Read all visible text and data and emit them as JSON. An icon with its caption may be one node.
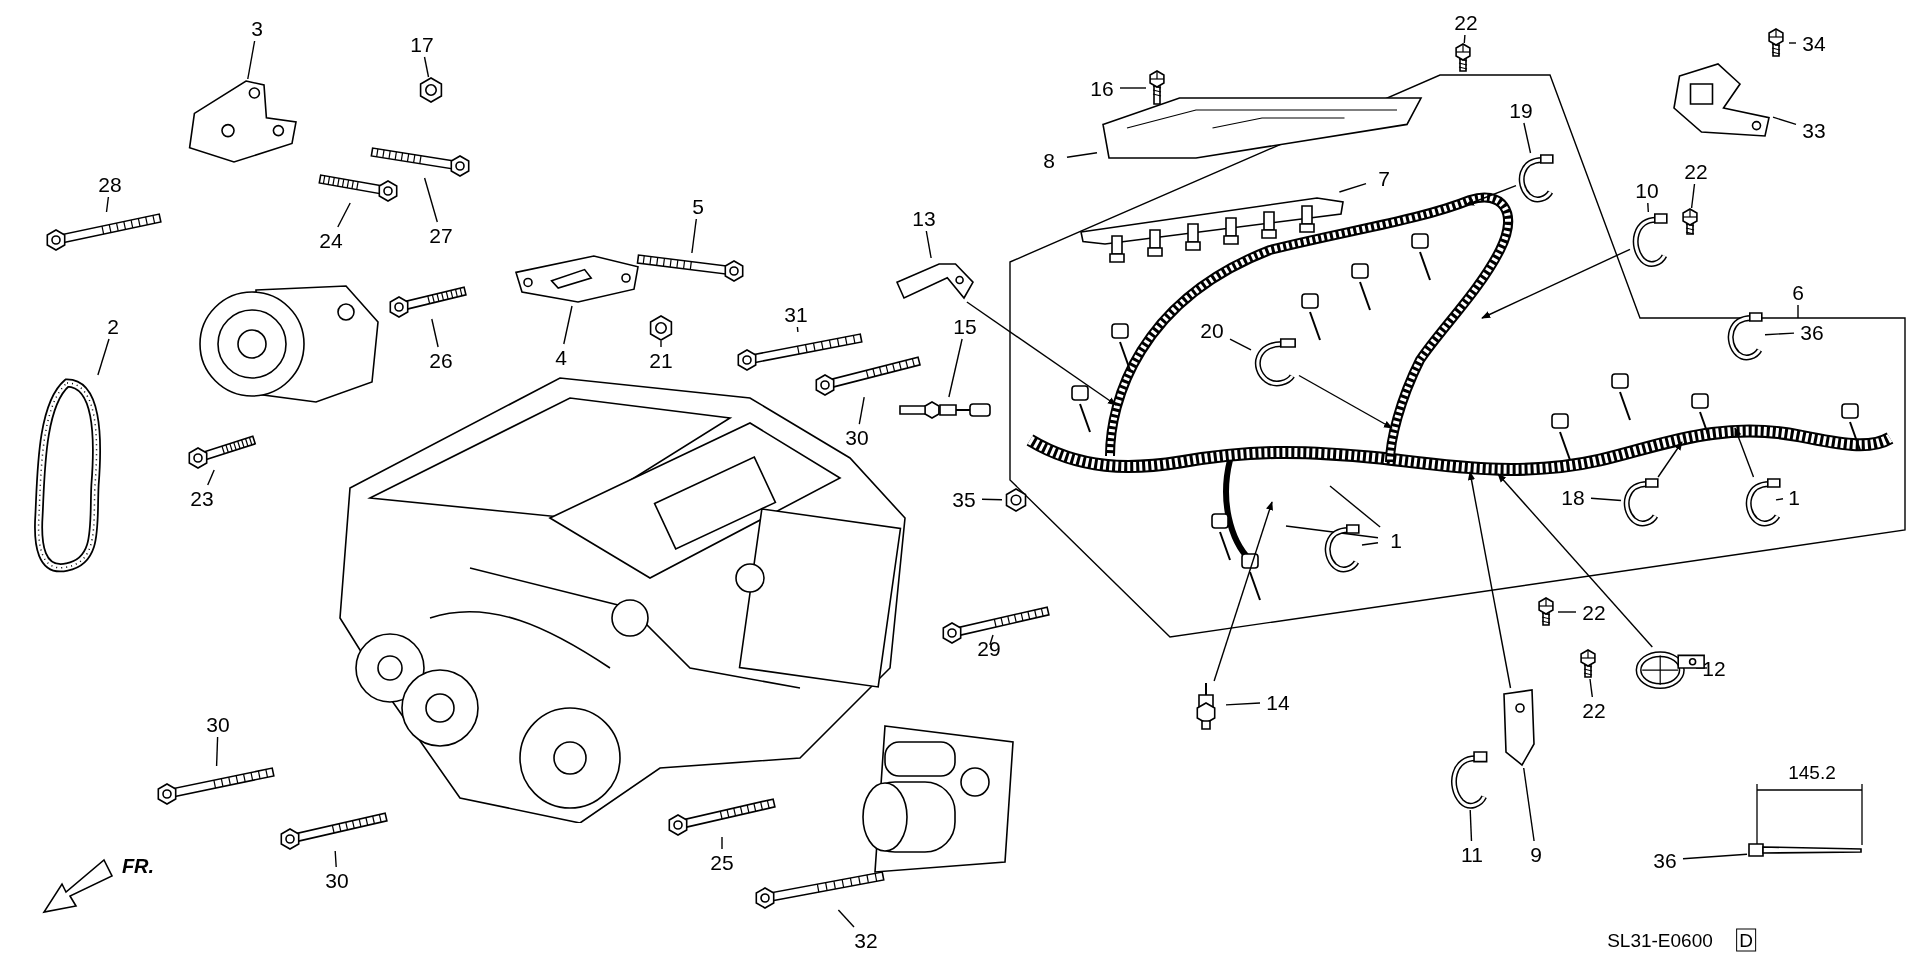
{
  "diagram": {
    "nodes": [
      {
        "text": [
          "3"
        ]
      },
      {
        "text": [],
        "shape": "picture"
      },
      {
        "text": [
          "17"
        ]
      },
      {
        "text": [],
        "shape": "picture"
      },
      {
        "text": [
          "28"
        ]
      },
      {
        "text": [],
        "shape": "picture"
      },
      {
        "text": [
          "24"
        ]
      },
      {
        "text": [],
        "shape": "picture"
      },
      {
        "text": [
          "27"
        ]
      },
      {
        "text": [],
        "shape": "picture"
      },
      {
        "text": [
          "2"
        ]
      },
      {
        "text": [],
        "shape": "picture"
      },
      {
        "text": [
          "5"
        ]
      },
      {
        "text": [],
        "shape": "picture"
      },
      {
        "text": [
          "4"
        ]
      },
      {
        "text": [],
        "shape": "picture"
      },
      {
        "text": [
          "26"
        ]
      },
      {
        "text": [],
        "shape": "picture"
      },
      {
        "text": [
          "21"
        ]
      },
      {
        "text": [],
        "shape": "picture"
      },
      {
        "text": [
          "31"
        ]
      },
      {
        "text": [],
        "shape": "picture"
      },
      {
        "text": [
          "13"
        ]
      },
      {
        "text": [],
        "shape": "picture"
      },
      {
        "text": [
          "23"
        ]
      },
      {
        "text": [],
        "shape": "picture"
      },
      {
        "text": [
          "30"
        ]
      },
      {
        "text": [],
        "shape": "picture"
      },
      {
        "text": [
          "15"
        ]
      },
      {
        "text": [],
        "shape": "picture"
      },
      {
        "text": [
          "35"
        ]
      },
      {
        "text": [],
        "shape": "picture"
      },
      {
        "text": [
          "29"
        ]
      },
      {
        "text": [],
        "shape": "picture"
      },
      {
        "text": [
          "30"
        ]
      },
      {
        "text": [],
        "shape": "picture"
      },
      {
        "text": [
          "30"
        ]
      },
      {
        "text": [],
        "shape": "picture"
      },
      {
        "text": [
          "25"
        ]
      },
      {
        "text": [],
        "shape": "picture"
      },
      {
        "text": [
          "32"
        ]
      },
      {
        "text": [],
        "shape": "picture"
      },
      {
        "text": [
          "16"
        ]
      },
      {
        "text": [],
        "shape": "picture"
      },
      {
        "text": [
          "8"
        ]
      },
      {
        "text": [],
        "shape": "picture"
      },
      {
        "text": [
          "22"
        ]
      },
      {
        "text": [],
        "shape": "picture"
      },
      {
        "text": [
          "7"
        ]
      },
      {
        "text": [],
        "shape": "picture"
      },
      {
        "text": [
          "19"
        ]
      },
      {
        "text": [],
        "shape": "picture"
      },
      {
        "text": [
          "34"
        ]
      },
      {
        "text": [],
        "shape": "picture"
      },
      {
        "text": [
          "33"
        ]
      },
      {
        "text": [],
        "shape": "picture"
      },
      {
        "text": [
          "10"
        ]
      },
      {
        "text": [],
        "shape": "picture"
      },
      {
        "text": [
          "22"
        ]
      },
      {
        "text": [],
        "shape": "picture"
      },
      {
        "text": [
          "6"
        ]
      },
      {
        "text": [
          "36"
        ]
      },
      {
        "text": [],
        "shape": "picture"
      },
      {
        "text": [
          "20"
        ]
      },
      {
        "text": [],
        "shape": "picture"
      },
      {
        "text": [
          "18"
        ]
      },
      {
        "text": [],
        "shape": "picture"
      },
      {
        "text": [
          "1"
        ]
      },
      {
        "text": [],
        "shape": "picture"
      },
      {
        "text": [
          "1"
        ]
      },
      {
        "text": [],
        "shape": "picture"
      },
      {
        "text": [
          "14"
        ]
      },
      {
        "text": [],
        "shape": "picture"
      },
      {
        "text": [
          "9"
        ]
      },
      {
        "text": [],
        "shape": "picture"
      },
      {
        "text": [
          "11"
        ]
      },
      {
        "text": [],
        "shape": "picture"
      },
      {
        "text": [
          "22"
        ]
      },
      {
        "text": [],
        "shape": "picture"
      },
      {
        "text": [
          "22"
        ]
      },
      {
        "text": [],
        "shape": "picture"
      },
      {
        "text": [
          "12"
        ]
      },
      {
        "text": [],
        "shape": "picture"
      },
      {
        "text": [
          "36"
        ]
      },
      {
        "text": [],
        "shape": "picture"
      }
    ],
    "edges": [
      {
        "from": 0,
        "to": 1,
        "arrow": "none"
      },
      {
        "from": 2,
        "to": 3,
        "arrow": "none"
      },
      {
        "from": 4,
        "to": 5,
        "arrow": "none"
      },
      {
        "from": 6,
        "to": 7,
        "arrow": "none"
      },
      {
        "from": 8,
        "to": 9,
        "arrow": "none"
      },
      {
        "from": 10,
        "to": 11,
        "arrow": "none"
      },
      {
        "from": 12,
        "to": 13,
        "arrow": "none"
      },
      {
        "from": 14,
        "to": 15,
        "arrow": "none"
      },
      {
        "from": 16,
        "to": 17,
        "arrow": "none"
      },
      {
        "from": 18,
        "to": 19,
        "arrow": "none"
      },
      {
        "from": 20,
        "to": 21,
        "arrow": "none"
      },
      {
        "from": 22,
        "to": 23,
        "arrow": "none"
      },
      {
        "from": 24,
        "to": 25,
        "arrow": "none"
      },
      {
        "from": 26,
        "to": 27,
        "arrow": "none"
      },
      {
        "from": 28,
        "to": 29,
        "arrow": "none"
      },
      {
        "from": 30,
        "to": 31,
        "arrow": "none"
      },
      {
        "from": 32,
        "to": 33,
        "arrow": "none"
      },
      {
        "from": 34,
        "to": 35,
        "arrow": "none"
      },
      {
        "from": 36,
        "to": 37,
        "arrow": "none"
      },
      {
        "from": 38,
        "to": 39,
        "arrow": "none"
      },
      {
        "from": 40,
        "to": 41,
        "arrow": "none"
      },
      {
        "from": 42,
        "to": 43,
        "arrow": "none"
      },
      {
        "from": 44,
        "to": 45,
        "arrow": "none"
      },
      {
        "from": 46,
        "to": 47,
        "arrow": "none"
      },
      {
        "from": 48,
        "to": 49,
        "arrow": "none"
      },
      {
        "from": 50,
        "to": 51,
        "arrow": "none"
      },
      {
        "from": 52,
        "to": 53,
        "arrow": "none"
      },
      {
        "from": 54,
        "to": 55,
        "arrow": "none"
      },
      {
        "from": 56,
        "to": 57,
        "arrow": "none"
      },
      {
        "from": 58,
        "to": 59,
        "arrow": "none"
      },
      {
        "from": 60,
        "to": null,
        "arrow": "none"
      },
      {
        "from": 61,
        "to": 62,
        "arrow": "none"
      },
      {
        "from": 63,
        "to": 64,
        "arrow": "none"
      },
      {
        "from": 65,
        "to": 66,
        "arrow": "none"
      },
      {
        "from": 67,
        "to": 68,
        "arrow": "none"
      },
      {
        "from": 69,
        "to": 70,
        "arrow": "none"
      },
      {
        "from": 71,
        "to": 72,
        "arrow": "none"
      },
      {
        "from": 73,
        "to": 74,
        "arrow": "none"
      },
      {
        "from": 75,
        "to": 76,
        "arrow": "none"
      },
      {
        "from": 77,
        "to": 78,
        "arrow": "none"
      },
      {
        "from": 79,
        "to": 80,
        "arrow": "none"
      },
      {
        "from": 81,
        "to": 82,
        "arrow": "none"
      },
      {
        "from": 83,
        "to": 84,
        "arrow": "none"
      },
      {
        "from": 23,
        "to": null,
        "arrow": "to"
      },
      {
        "from": 57,
        "to": null,
        "arrow": "to"
      },
      {
        "from": 51,
        "to": null,
        "arrow": "to"
      },
      {
        "from": 64,
        "to": null,
        "arrow": "to"
      },
      {
        "from": 66,
        "to": null,
        "arrow": "to"
      },
      {
        "from": 68,
        "to": null,
        "arrow": "to"
      },
      {
        "from": 74,
        "to": null,
        "arrow": "to"
      },
      {
        "from": 82,
        "to": null,
        "arrow": "to"
      },
      {
        "from": 69,
        "to": null,
        "arrow": "none"
      },
      {
        "from": 69,
        "to": null,
        "arrow": "none"
      },
      {
        "from": 72,
        "to": null,
        "arrow": "to"
      }
    ],
    "labels": [
      "145.2",
      "FR.",
      "SL31-E0600",
      "D"
    ]
  }
}
